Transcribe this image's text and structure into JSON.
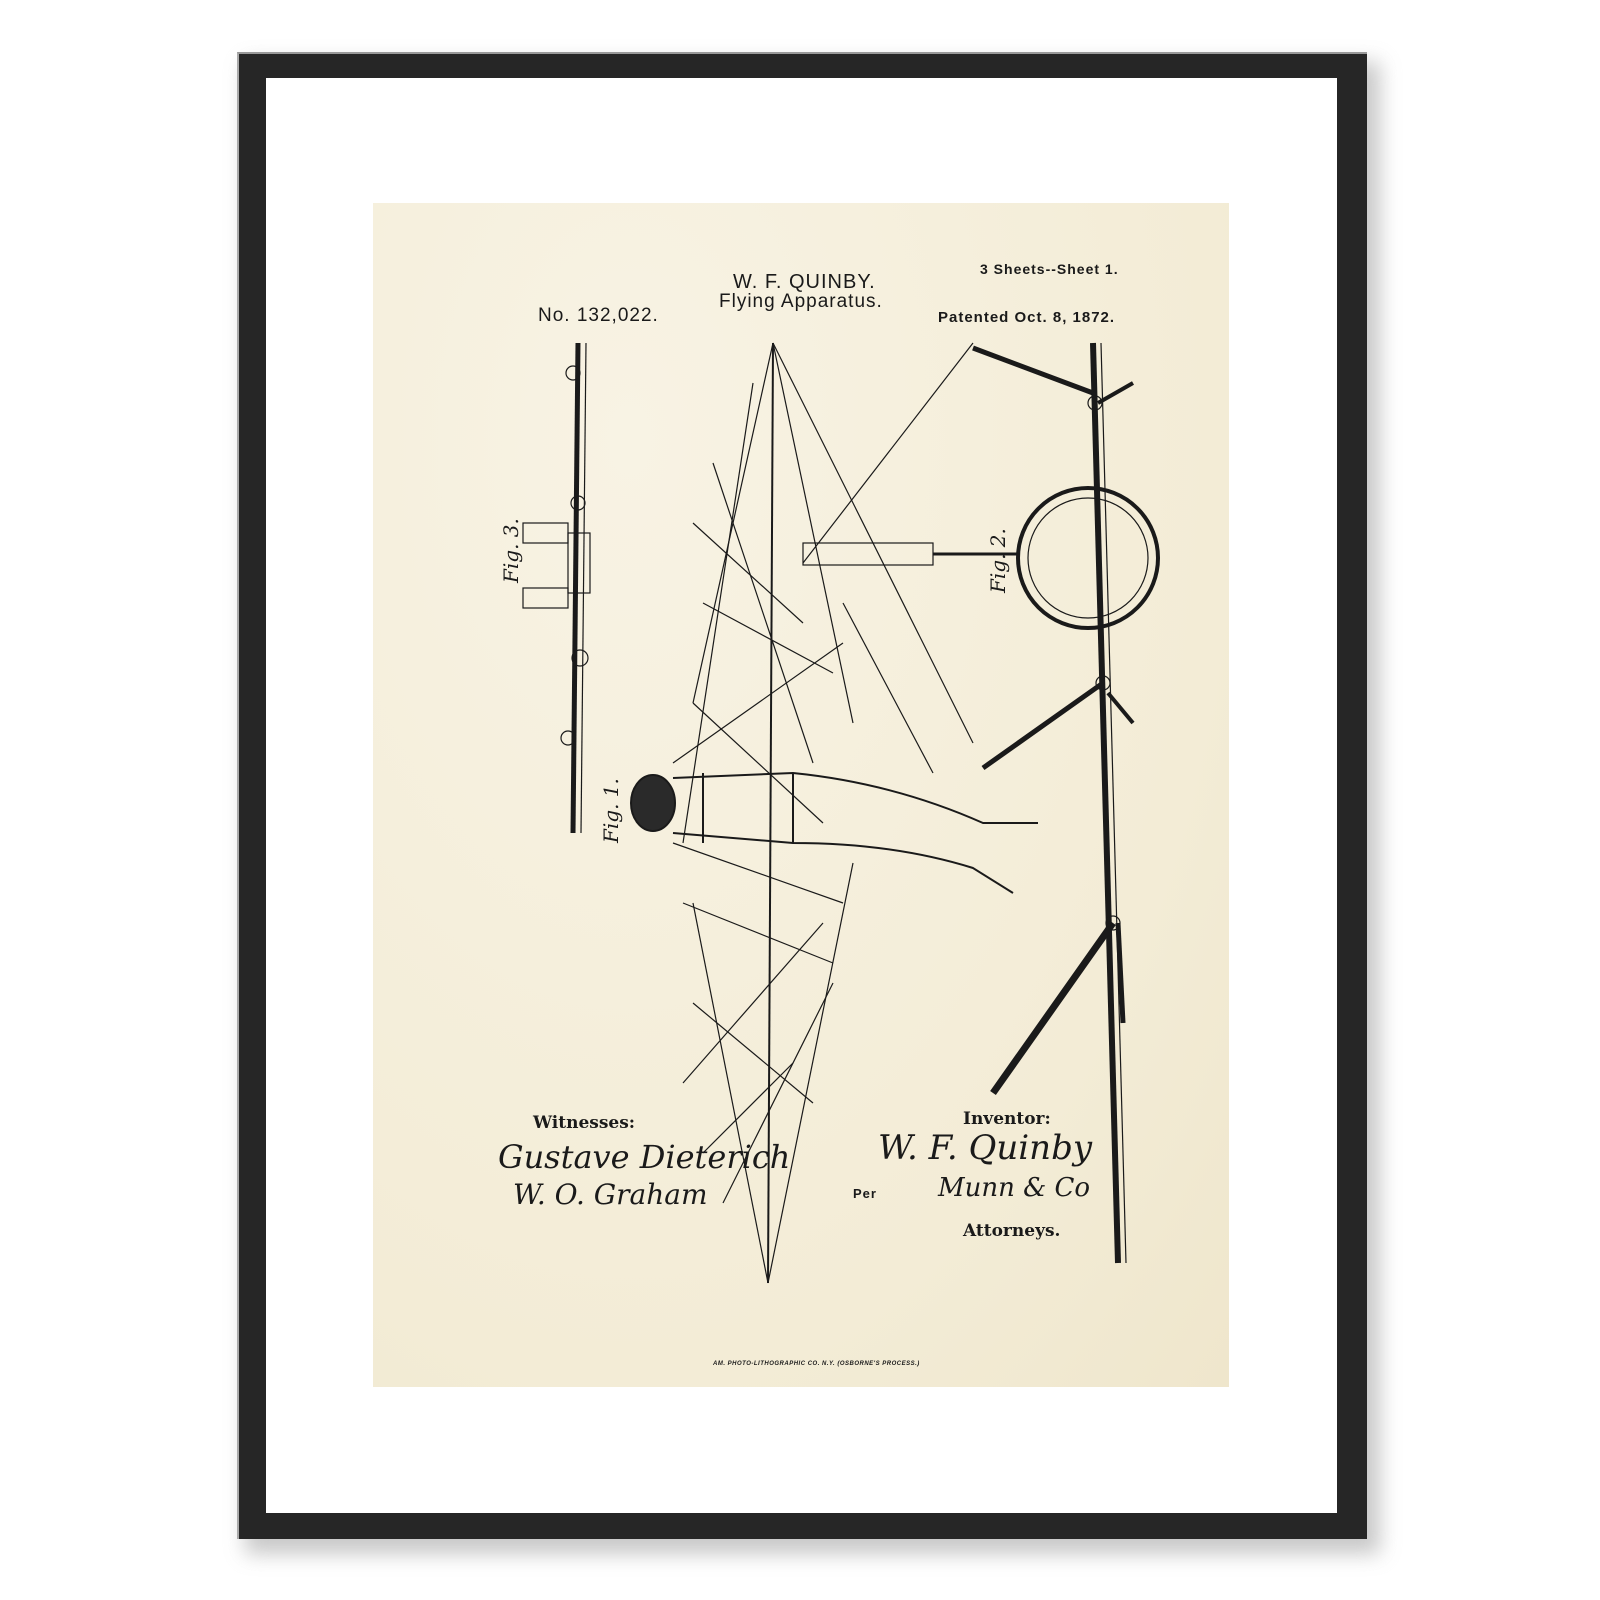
{
  "patent": {
    "inventor_name": "W. F. QUINBY.",
    "title": "Flying Apparatus.",
    "number": "No. 132,022.",
    "sheets": "3 Sheets--Sheet 1.",
    "date": "Patented Oct. 8, 1872.",
    "figures": [
      "Fig. 1.",
      "Fig. 2.",
      "Fig. 3."
    ],
    "witnesses_label": "Witnesses:",
    "witnesses": [
      "Gustave Dieterich",
      "W. O. Graham"
    ],
    "inventor_label": "Inventor:",
    "inventor_signature": "W. F. Quinby",
    "per_label": "Per",
    "attorney_signature": "Munn & Co",
    "attorneys_label": "Attorneys.",
    "footer": "AM. PHOTO-LITHOGRAPHIC CO. N.Y. (OSBORNE'S PROCESS.)"
  },
  "colors": {
    "frame": "#262626",
    "mat": "#ffffff",
    "paper": "#f5efdc",
    "ink": "#1a1a1a"
  }
}
